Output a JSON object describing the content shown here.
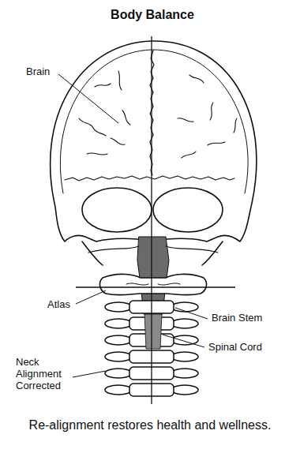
{
  "diagram": {
    "title": "Body Balance",
    "caption": "Re-alignment restores health and wellness.",
    "labels": [
      "Brain",
      "Atlas",
      "Brain Stem",
      "Spinal Cord",
      "Neck Alignment Corrected"
    ]
  }
}
